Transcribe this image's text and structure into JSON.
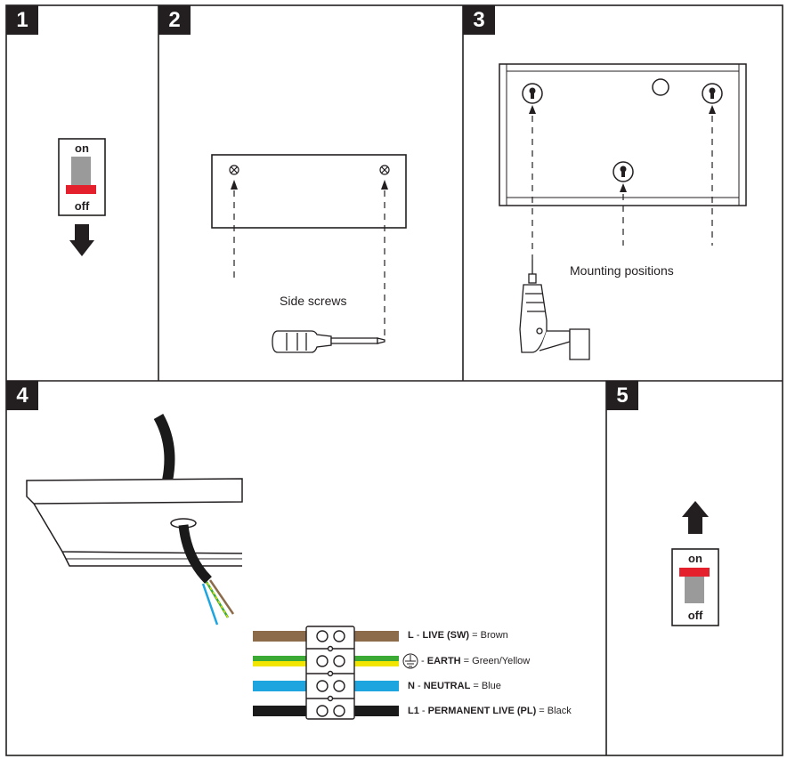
{
  "panels": {
    "p1": {
      "number": "1",
      "switch": {
        "on": "on",
        "off": "off",
        "state": "off"
      }
    },
    "p2": {
      "number": "2",
      "caption": "Side screws"
    },
    "p3": {
      "number": "3",
      "caption": "Mounting positions"
    },
    "p4": {
      "number": "4",
      "wires": [
        {
          "code": "L",
          "name": "LIVE (SW)",
          "colour_name": "Brown",
          "colors": [
            "#8b6b4a"
          ]
        },
        {
          "code": "",
          "name": "EARTH",
          "colour_name": "Green/Yellow",
          "colors": [
            "#3aaa35",
            "#f2e600"
          ]
        },
        {
          "code": "N",
          "name": "NEUTRAL",
          "colour_name": "Blue",
          "colors": [
            "#1ea5e0"
          ]
        },
        {
          "code": "L1",
          "name": "PERMANENT LIVE (PL)",
          "colour_name": "Black",
          "colors": [
            "#1a1a1a"
          ]
        }
      ]
    },
    "p5": {
      "number": "5",
      "switch": {
        "on": "on",
        "off": "off",
        "state": "on"
      }
    }
  },
  "colors": {
    "ink": "#231f20",
    "switch_red": "#e3202c",
    "switch_grey": "#9a9a9a"
  }
}
